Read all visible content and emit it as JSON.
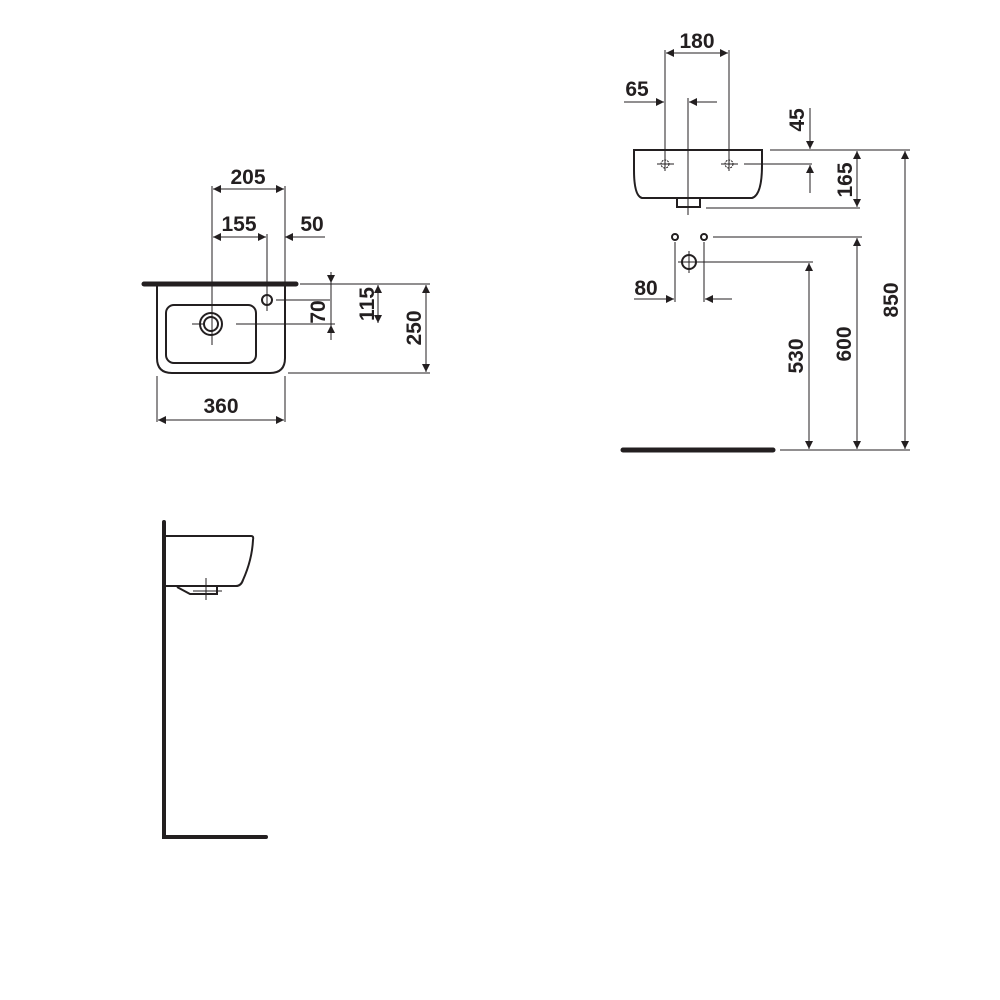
{
  "diagram": {
    "type": "technical-drawing",
    "subject": "small washbasin dimension drawing",
    "units": "mm",
    "colors": {
      "line": "#231f20",
      "background": "#ffffff"
    },
    "top_view": {
      "dimensions": {
        "tap_to_right": "205",
        "drain_to_tap": "155",
        "tap_offset": "50",
        "depth_to_drain": "70",
        "depth_to_tap": "115",
        "depth_total": "250",
        "width_total": "360"
      }
    },
    "front_view": {
      "dimensions": {
        "tap_spacing": "180",
        "drain_offset": "65",
        "tap_height": "45",
        "basin_height": "165",
        "supply_spacing": "80",
        "drain_outlet_height": "530",
        "supply_height": "600",
        "rim_height": "850"
      }
    },
    "side_view": {
      "labels": []
    }
  }
}
